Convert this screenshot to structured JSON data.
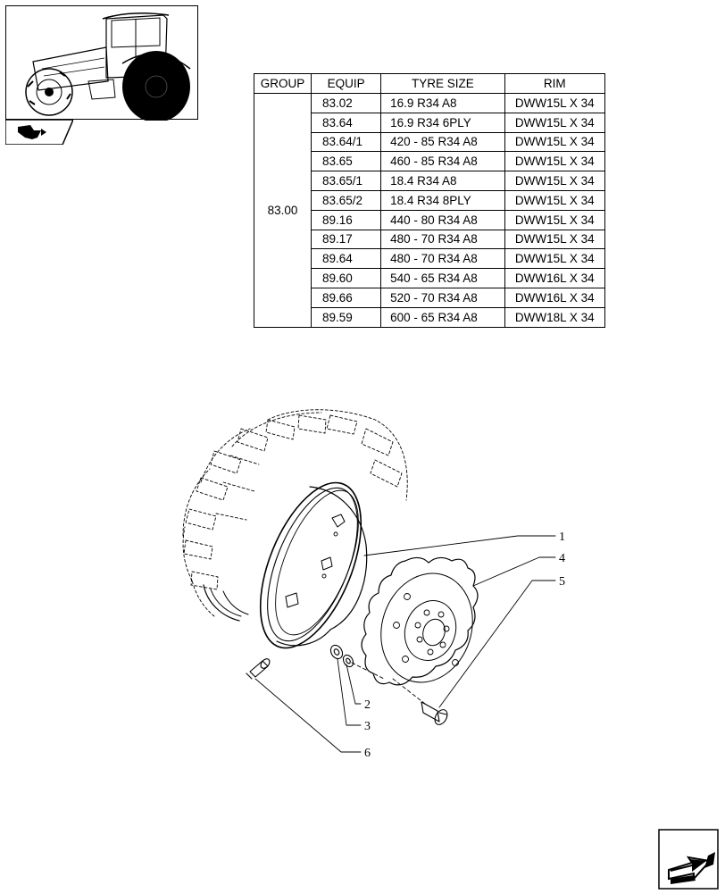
{
  "table": {
    "headers": [
      "GROUP",
      "EQUIP",
      "TYRE SIZE",
      "RIM"
    ],
    "group": "83.00",
    "rows": [
      {
        "equip": "83.02",
        "tyre_size": "16.9 R34 A8",
        "rim": "DWW15L X 34"
      },
      {
        "equip": "83.64",
        "tyre_size": "16.9 R34 6PLY",
        "rim": "DWW15L X 34"
      },
      {
        "equip": "83.64/1",
        "tyre_size": "420 - 85 R34 A8",
        "rim": "DWW15L X 34"
      },
      {
        "equip": "83.65",
        "tyre_size": "460 - 85 R34 A8",
        "rim": "DWW15L X 34"
      },
      {
        "equip": "83.65/1",
        "tyre_size": "18.4 R34 A8",
        "rim": "DWW15L X 34"
      },
      {
        "equip": "83.65/2",
        "tyre_size": "18.4 R34 8PLY",
        "rim": "DWW15L X 34"
      },
      {
        "equip": "89.16",
        "tyre_size": "440 - 80 R34 A8",
        "rim": "DWW15L X 34"
      },
      {
        "equip": "89.17",
        "tyre_size": "480 - 70 R34 A8",
        "rim": "DWW15L X 34"
      },
      {
        "equip": "89.64",
        "tyre_size": "480 - 70 R34 A8",
        "rim": "DWW15L X 34"
      },
      {
        "equip": "89.60",
        "tyre_size": "540 - 65 R34 A8",
        "rim": "DWW16L X 34"
      },
      {
        "equip": "89.66",
        "tyre_size": "520 - 70 R34 A8",
        "rim": "DWW16L X 34"
      },
      {
        "equip": "89.59",
        "tyre_size": "600 - 65 R34 A8",
        "rim": "DWW18L X 34"
      }
    ]
  },
  "callouts": {
    "c1": "1",
    "c2": "2",
    "c3": "3",
    "c4": "4",
    "c5": "5",
    "c6": "6"
  },
  "icons": {
    "thumbnail": "tractor-icon",
    "nav_tab": "book-arrow-icon",
    "nav_next": "next-page-arrow-icon"
  }
}
